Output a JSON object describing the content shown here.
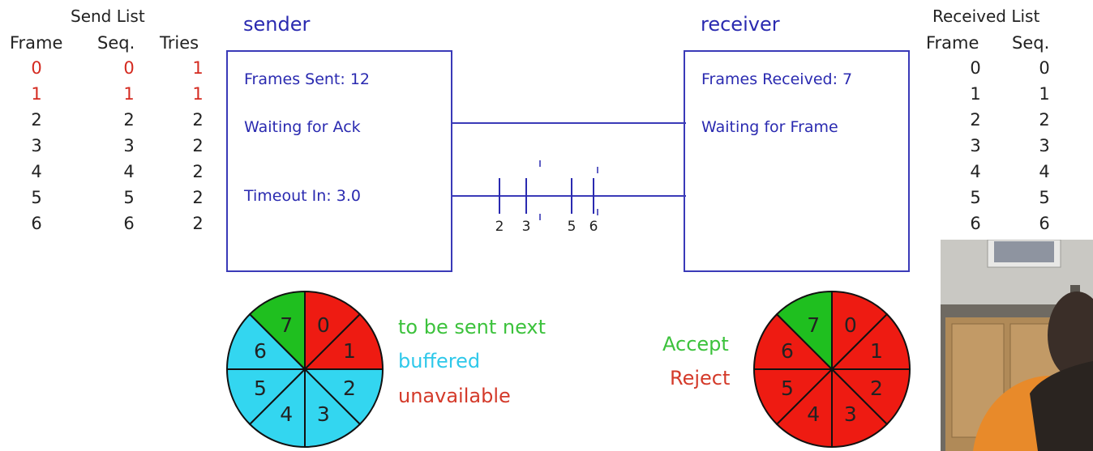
{
  "send_list": {
    "title": "Send List",
    "headers": [
      "Frame",
      "Seq.",
      "Tries"
    ],
    "rows": [
      {
        "frame": "0",
        "seq": "0",
        "tries": "1",
        "highlight": true
      },
      {
        "frame": "1",
        "seq": "1",
        "tries": "1",
        "highlight": true
      },
      {
        "frame": "2",
        "seq": "2",
        "tries": "2",
        "highlight": false
      },
      {
        "frame": "3",
        "seq": "3",
        "tries": "2",
        "highlight": false
      },
      {
        "frame": "4",
        "seq": "4",
        "tries": "2",
        "highlight": false
      },
      {
        "frame": "5",
        "seq": "5",
        "tries": "2",
        "highlight": false
      },
      {
        "frame": "6",
        "seq": "6",
        "tries": "2",
        "highlight": false
      }
    ]
  },
  "received_list": {
    "title": "Received List",
    "headers": [
      "Frame",
      "Seq."
    ],
    "rows": [
      {
        "frame": "0",
        "seq": "0"
      },
      {
        "frame": "1",
        "seq": "1"
      },
      {
        "frame": "2",
        "seq": "2"
      },
      {
        "frame": "3",
        "seq": "3"
      },
      {
        "frame": "4",
        "seq": "4"
      },
      {
        "frame": "5",
        "seq": "5"
      },
      {
        "frame": "6",
        "seq": "6"
      }
    ]
  },
  "sender": {
    "title": "sender",
    "frames_sent": "Frames Sent: 12",
    "status": "Waiting for Ack",
    "timeout": "Timeout In: 3.0"
  },
  "receiver": {
    "title": "receiver",
    "frames_received": "Frames Received: 7",
    "status": "Waiting for Frame"
  },
  "channel": {
    "frames_in_transit": [
      "2",
      "3",
      "5",
      "6"
    ]
  },
  "sender_wheel": {
    "segments": [
      {
        "label": "0",
        "state": "unavailable"
      },
      {
        "label": "1",
        "state": "unavailable"
      },
      {
        "label": "2",
        "state": "buffered"
      },
      {
        "label": "3",
        "state": "buffered"
      },
      {
        "label": "4",
        "state": "buffered"
      },
      {
        "label": "5",
        "state": "buffered"
      },
      {
        "label": "6",
        "state": "buffered"
      },
      {
        "label": "7",
        "state": "next"
      }
    ]
  },
  "receiver_wheel": {
    "segments": [
      {
        "label": "0",
        "state": "reject"
      },
      {
        "label": "1",
        "state": "reject"
      },
      {
        "label": "2",
        "state": "reject"
      },
      {
        "label": "3",
        "state": "reject"
      },
      {
        "label": "4",
        "state": "reject"
      },
      {
        "label": "5",
        "state": "reject"
      },
      {
        "label": "6",
        "state": "reject"
      },
      {
        "label": "7",
        "state": "accept"
      }
    ]
  },
  "legend_sender": {
    "next": "to be sent next",
    "buffered": "buffered",
    "unavailable": "unavailable"
  },
  "legend_receiver": {
    "accept": "Accept",
    "reject": "Reject"
  },
  "colors": {
    "green": "#1fbf1f",
    "cyan": "#33d6f0",
    "red": "#ee1b12",
    "blue": "#2a2ab0",
    "legend_green": "#3cc23c",
    "legend_cyan": "#2ec8ea",
    "legend_red": "#d43a2a"
  }
}
